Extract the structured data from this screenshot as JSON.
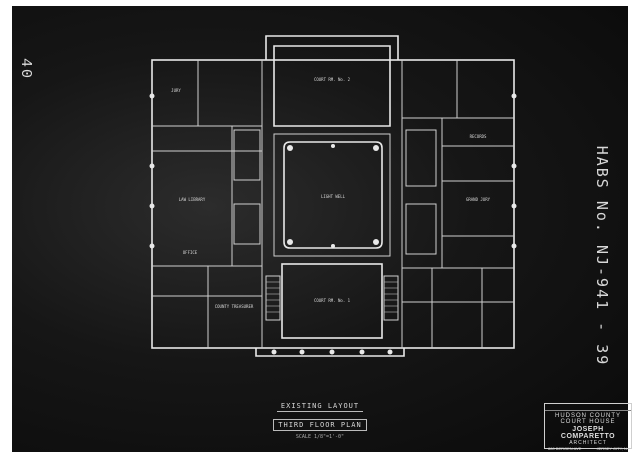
{
  "margin_annotations": {
    "page_number": "40",
    "habs_number": "HABS No. NJ-941 - 39"
  },
  "plan_caption": {
    "line1": "EXISTING LAYOUT",
    "line2": "THIRD FLOOR PLAN",
    "scale": "SCALE 1/8\"=1'-0\""
  },
  "title_block": {
    "line1": "HUDSON COUNTY",
    "line2": "COURT HOUSE",
    "line3": "JOSEPH COMPARETTO",
    "line4": "ARCHITECT",
    "address_left": "880 BERGEN AVE",
    "address_right": "JERSEY CITY, N."
  },
  "room_labels": {
    "north_court": "COURT RM. No. 2",
    "south_court": "COURT RM. No. 1",
    "light_well": "LIGHT WELL",
    "law_library": "LAW LIBRARY",
    "office": "OFFICE",
    "jury": "JURY",
    "grand_jury": "GRAND JURY",
    "records": "RECORDS",
    "county_treasurer": "COUNTY TREASURER"
  },
  "colors": {
    "sheet": "#111111",
    "linework": "#e8e8e8"
  }
}
